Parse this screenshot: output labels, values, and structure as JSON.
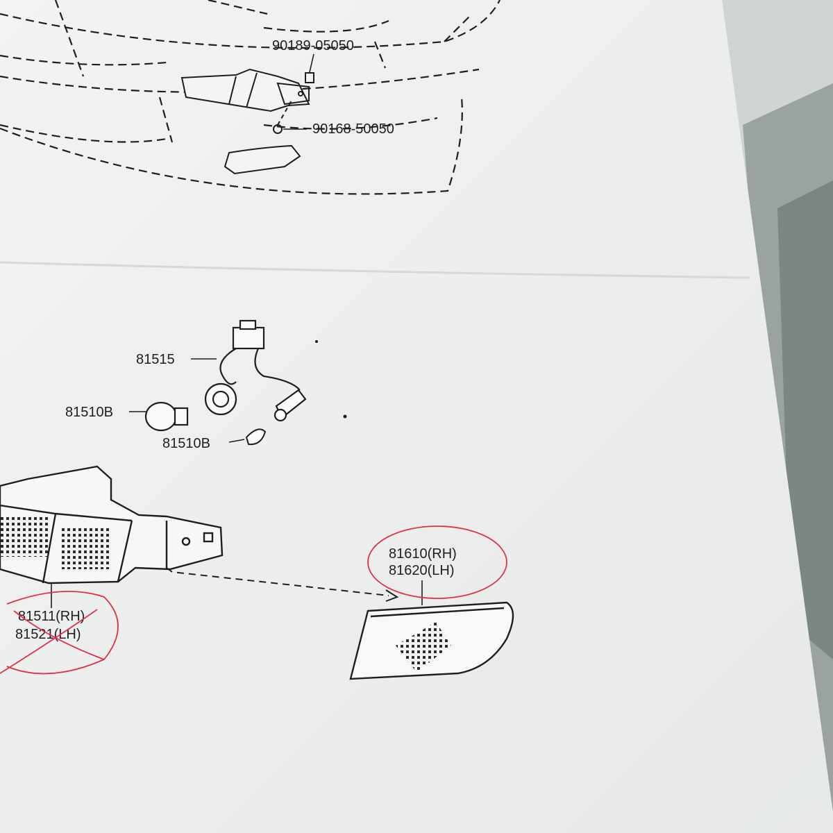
{
  "diagram": {
    "upper_parts": [
      {
        "number": "90189-05050"
      },
      {
        "number": "90168-50050"
      }
    ],
    "lower_parts": {
      "harness": "81515",
      "bulb_main": "81510B",
      "bulb_side": "81510B",
      "housing_rh": "81511(RH)",
      "housing_lh": "81521(LH)",
      "lens_rh": "81610(RH)",
      "lens_lh": "81620(LH)"
    },
    "colors": {
      "paper": "#eef0ee",
      "ink": "#1e1e1e",
      "pen_marks": "#e0304a",
      "background": "#cdd3d0"
    }
  }
}
